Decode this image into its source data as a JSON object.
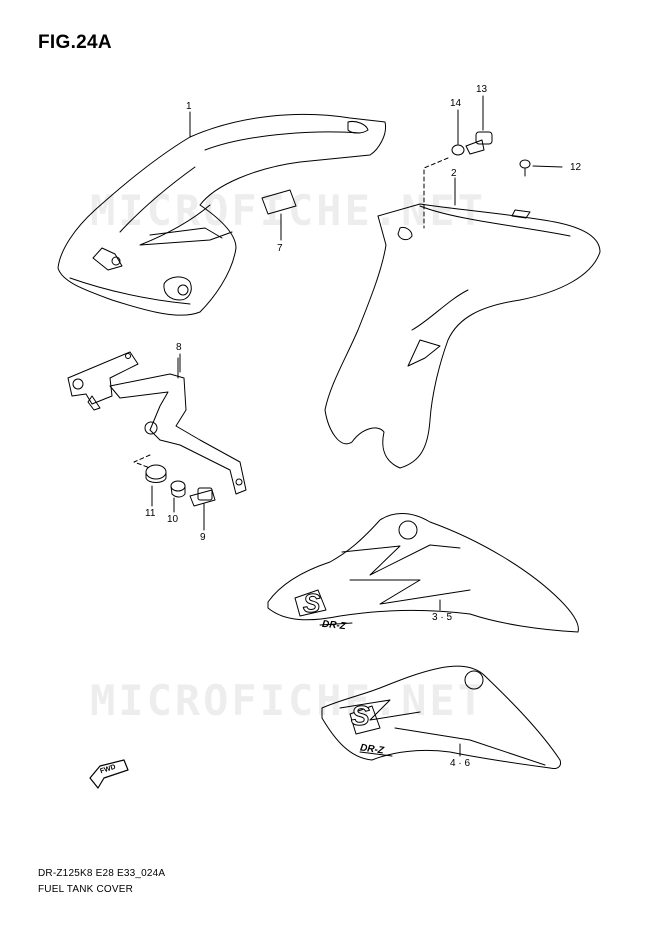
{
  "header": {
    "figure_title": "FIG.24A"
  },
  "callouts": [
    {
      "id": "1",
      "text": "1"
    },
    {
      "id": "2",
      "text": "2"
    },
    {
      "id": "3_5",
      "text": "3 · 5"
    },
    {
      "id": "4_6",
      "text": "4 · 6"
    },
    {
      "id": "7",
      "text": "7"
    },
    {
      "id": "8",
      "text": "8"
    },
    {
      "id": "9",
      "text": "9"
    },
    {
      "id": "10",
      "text": "10"
    },
    {
      "id": "11",
      "text": "11"
    },
    {
      "id": "12",
      "text": "12"
    },
    {
      "id": "13",
      "text": "13"
    },
    {
      "id": "14",
      "text": "14"
    }
  ],
  "decals": {
    "logo_letter": "S",
    "model_text": "DR-Z",
    "fwd_text": "FWD"
  },
  "watermark": {
    "text": "MICROFICHE.NET"
  },
  "footer": {
    "code": "DR-Z125K8 E28 E33_024A",
    "caption": "FUEL TANK COVER"
  },
  "colors": {
    "line": "#000000",
    "watermark": "#e6e6e6"
  }
}
